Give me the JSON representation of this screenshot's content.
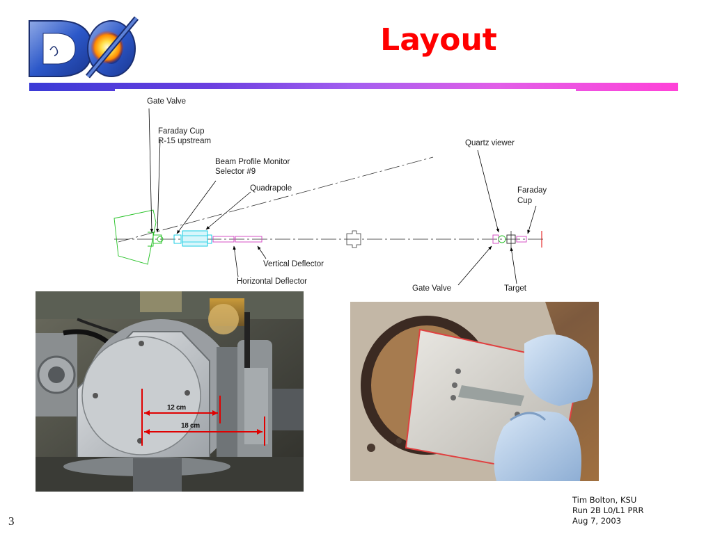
{
  "slide": {
    "title": "Layout",
    "logo_text": "DØ",
    "page_number": "3",
    "footer": {
      "author": "Tim Bolton, KSU",
      "event": "Run 2B L0/L1 PRR",
      "date": "Aug 7, 2003"
    }
  },
  "diagram": {
    "labels": {
      "gate_valve_top": "Gate Valve",
      "faraday_cup_upstream_1": "Faraday Cup",
      "faraday_cup_upstream_2": "R-15 upstream",
      "beam_profile_monitor_1": "Beam Profile Monitor",
      "beam_profile_monitor_2": "Selector #9",
      "quadrapole": "Quadrapole",
      "quartz_viewer": "Quartz viewer",
      "faraday_cup_right_1": "Faraday",
      "faraday_cup_right_2": "Cup",
      "vertical_deflector": "Vertical Deflector",
      "horizontal_deflector": "Horizontal Deflector",
      "gate_valve_bottom": "Gate Valve",
      "target": "Target"
    }
  },
  "photos": {
    "chamber": {
      "dimension_1": "12 cm",
      "dimension_2": "18 cm"
    }
  },
  "colors": {
    "title": "#ff0000",
    "bar_start": "#3a3ad6",
    "bar_end": "#ff42d8",
    "beamline_cyan": "#00c8e0",
    "beamline_magenta": "#d040c0",
    "beamline_green": "#20c020",
    "dimension_red": "#e00000"
  }
}
